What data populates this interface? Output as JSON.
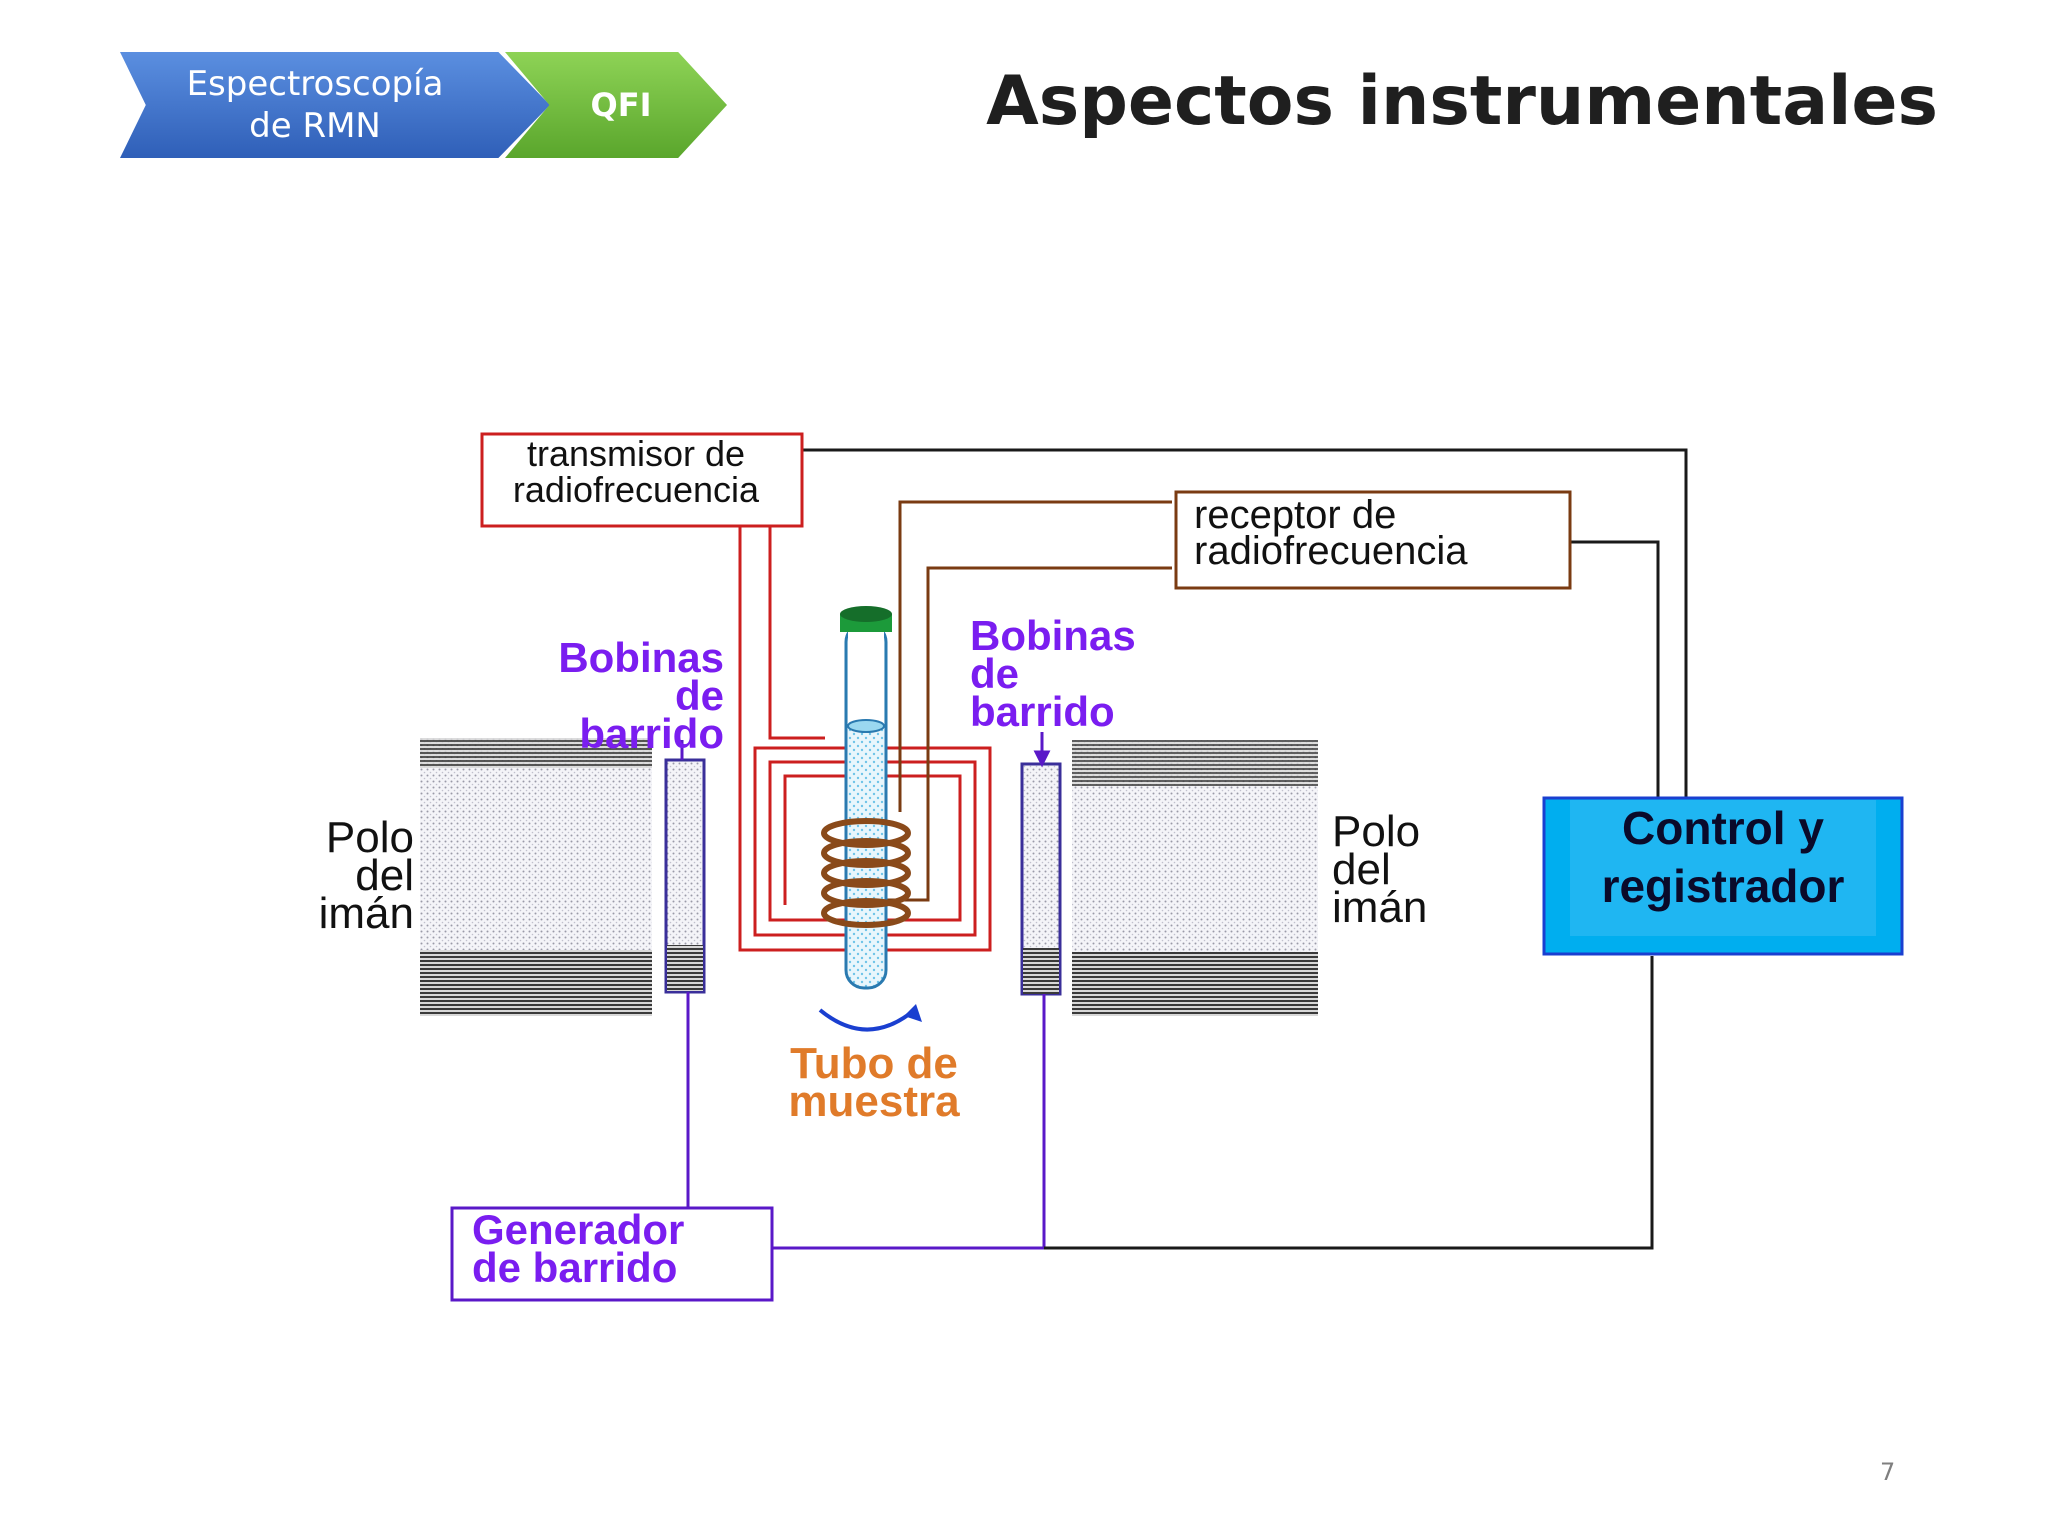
{
  "header": {
    "breadcrumb_1": "Espectroscopía de RMN",
    "breadcrumb_2": "QFI",
    "title": "Aspectos instrumentales"
  },
  "diagram": {
    "transmisor": [
      "transmisor de",
      "radiofrecuencia"
    ],
    "receptor": [
      "receptor de",
      "radiofrecuencia"
    ],
    "bobinas_left": [
      "Bobinas",
      "de",
      "barrido"
    ],
    "bobinas_right": [
      "Bobinas",
      "de",
      "barrido"
    ],
    "polo_left": [
      "Polo",
      "del",
      "imán"
    ],
    "polo_right": [
      "Polo",
      "del",
      "imán"
    ],
    "tubo": [
      "Tubo de",
      "muestra"
    ],
    "generador": [
      "Generador",
      "de barrido"
    ],
    "control": [
      "Control y",
      "registrador"
    ]
  },
  "colors": {
    "transmitter": "#cc1f1f",
    "receiver": "#7a3b12",
    "sweep": "#5a18c8",
    "sweep_label": "#7a1df0",
    "tube_label": "#e07b2a",
    "control_fill": "#00aeef",
    "control_border": "#1a3fd0",
    "wire": "#1a1a1a",
    "crumb_blue": "#3b6cc7",
    "crumb_green": "#6cba3a"
  },
  "page_number": "7"
}
